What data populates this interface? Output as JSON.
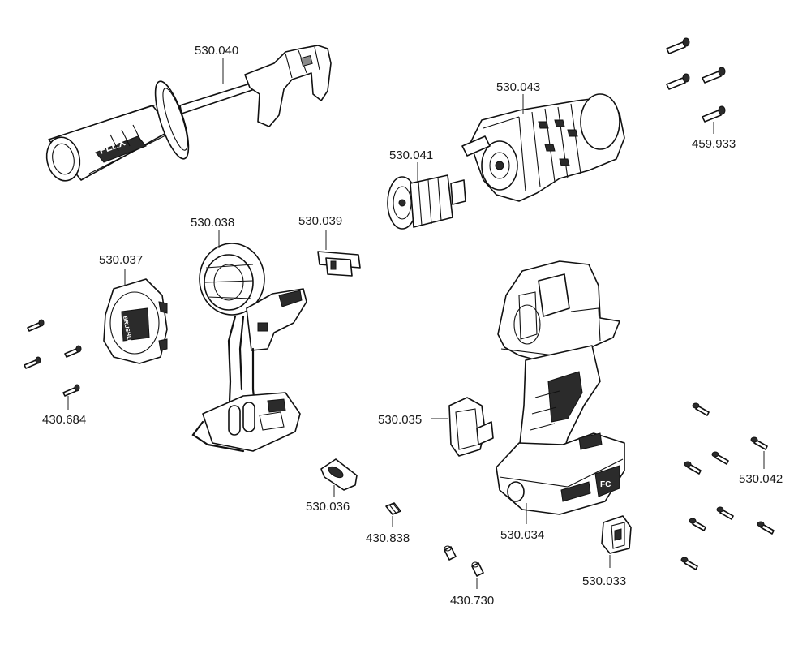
{
  "brand": {
    "handle_logo": "FLEX",
    "cover_text": "BRUSHLESS",
    "battery_mark": "FC"
  },
  "parts": [
    {
      "id": "530.040",
      "name": "side handle"
    },
    {
      "id": "530.043",
      "name": "gearbox"
    },
    {
      "id": "459.933",
      "name": "screw"
    },
    {
      "id": "530.041",
      "name": "rotor"
    },
    {
      "id": "530.038",
      "name": "stator with switch"
    },
    {
      "id": "530.039",
      "name": "switch slider"
    },
    {
      "id": "530.037",
      "name": "motor cover"
    },
    {
      "id": "430.684",
      "name": "screw"
    },
    {
      "id": "530.035",
      "name": "belt clip"
    },
    {
      "id": "530.042",
      "name": "screw"
    },
    {
      "id": "530.036",
      "name": "led light"
    },
    {
      "id": "430.838",
      "name": "spring"
    },
    {
      "id": "530.034",
      "name": "housing"
    },
    {
      "id": "530.033",
      "name": "bit holder"
    },
    {
      "id": "430.730",
      "name": "magnet"
    }
  ]
}
